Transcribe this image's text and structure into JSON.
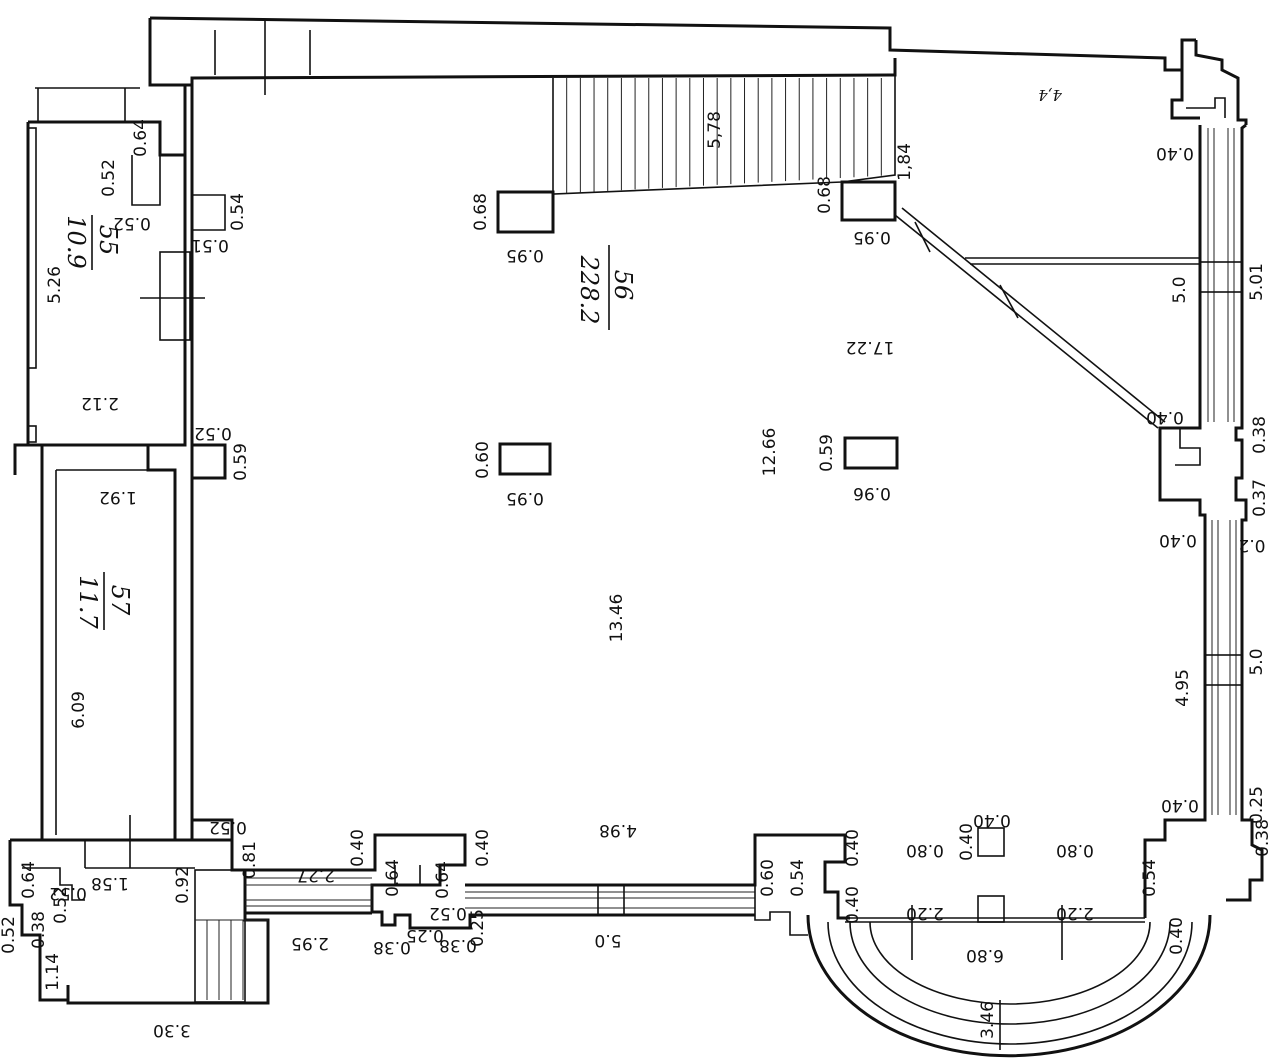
{
  "rooms": {
    "r55_number": "55",
    "r55_area": "10.9",
    "r56_number": "56",
    "r56_area": "228.2",
    "r57_number": "57",
    "r57_area": "11.7"
  },
  "stair_label": "5,78",
  "corner_mark": "4,4",
  "dims": {
    "d_0_68_left": "0.68",
    "d_0_95_top": "0.95",
    "d_0_68_right": "0.68",
    "d_0_95_right": "0.95",
    "d_1_84": "1,84",
    "d_17_22": "17.22",
    "d_0_60": "0.60",
    "d_0_95_mid": "0.95",
    "d_12_66": "12.66",
    "d_0_59_mid": "0.59",
    "d_0_96": "0.96",
    "d_13_46": "13.46",
    "d_5_26": "5.26",
    "d_0_52_a": "0.52",
    "d_0_64_a": "0.64",
    "d_0_52_b": "0.52",
    "d_0_54": "0.54",
    "d_0_51": "0.51",
    "d_2_12": "2.12",
    "d_0_52_c": "0.52",
    "d_0_59_left": "0.59",
    "d_1_92": "1.92",
    "d_6_09": "6.09",
    "d_0_92": "0.92",
    "d_1_58": "1.58",
    "d_0_64_b": "0.64",
    "d_0_52_d": "0.52",
    "d_0_52_e": "0.52",
    "d_0_38_a": "0.38",
    "d_1_14": "1.14",
    "d_0_52_f": "0.52",
    "d_3_30": "3.30",
    "d_0_52_g": "0.52",
    "d_0_81": "0.81",
    "d_2_27": "2.27",
    "d_2_95": "2.95",
    "d_0_40_a": "0.40",
    "d_0_64_c": "0.64",
    "d_0_38_b": "0.38",
    "d_0_25_a": "0.25",
    "d_0_40_b": "0.40",
    "d_0_64_d": "0.64",
    "d_0_52_h": "0.52",
    "d_0_38_c": "0.38",
    "d_0_25_b": "0.25",
    "d_5_0_bottom": "5.0",
    "d_4_98": "4.98",
    "d_0_60_b": "0.60",
    "d_0_40_c": "0.40",
    "d_0_54_b": "0.54",
    "d_0_40_d": "0.40",
    "d_0_40_e": "0.40",
    "d_2_20": "2.20",
    "d_0_80_a": "0.80",
    "d_0_40_f": "0.40",
    "d_0_40_g": "0.40",
    "d_0_80_b": "0.80",
    "d_2_20_b": "2.20",
    "d_6_80": "6.80",
    "d_3_46": "3.46",
    "d_0_54_c": "0.54",
    "d_0_40_top": "0.40",
    "d_5_0_a": "5.0",
    "d_5_01": "5.01",
    "d_0_40_h": "0.40",
    "d_0_38_d": "0.38",
    "d_0_37": "0.37",
    "d_0_40_i": "0.40",
    "d_0_2": "0.2",
    "d_4_95": "4.95",
    "d_5_0_b": "5.0",
    "d_0_40_j": "0.40",
    "d_0_25_c": "0.25",
    "d_0_38_e": "0.38"
  },
  "colors": {
    "ink": "#111111",
    "paper": "#ffffff"
  }
}
